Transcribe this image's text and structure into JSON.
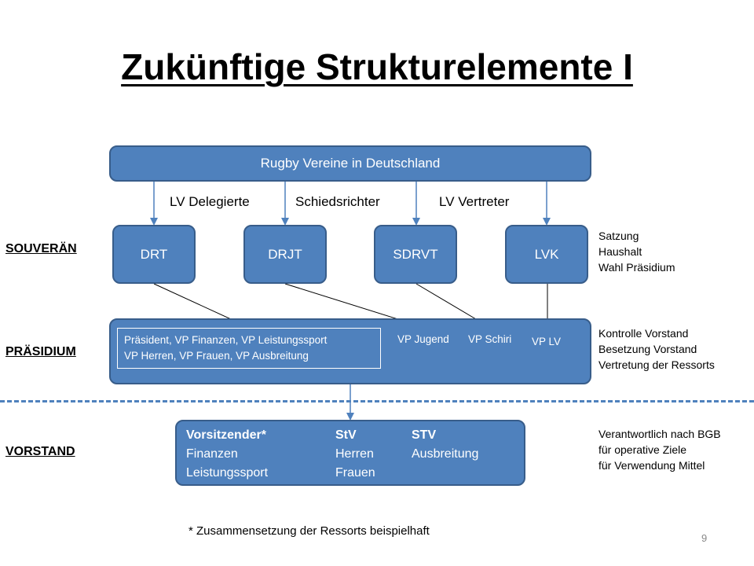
{
  "title": "Zukünftige Strukturelemente I",
  "top_node": "Rugby Vereine in Deutschland",
  "edge_labels": [
    "LV Delegierte",
    "Schiedsrichter",
    "LV Vertreter"
  ],
  "organs": [
    "DRT",
    "DRJT",
    "SDRVT",
    "LVK"
  ],
  "levels": {
    "souveraen": "SOUVERÄN",
    "praesidium": "PRÄSIDIUM",
    "vorstand": "VORSTAND"
  },
  "souveraen_tasks": [
    "Satzung",
    "Haushalt",
    "Wahl Präsidium"
  ],
  "praesidium": {
    "group_lines": [
      "Präsident, VP Finanzen, VP Leistungssport",
      "VP Herren, VP Frauen, VP Ausbreitung"
    ],
    "vp_jugend": "VP Jugend",
    "vp_schiri": "VP Schiri",
    "vp_lv": "VP LV"
  },
  "praesidium_tasks": [
    "Kontrolle Vorstand",
    "Besetzung Vorstand",
    "Vertretung der Ressorts"
  ],
  "vorstand": {
    "col1": [
      "Vorsitzender*",
      "Finanzen",
      "Leistungssport"
    ],
    "col2": [
      "StV",
      "Herren",
      "Frauen"
    ],
    "col3": [
      "STV",
      "Ausbreitung"
    ]
  },
  "vorstand_tasks": [
    "Verantwortlich nach BGB",
    "für operative Ziele",
    "für Verwendung Mittel"
  ],
  "footnote": "* Zusammensetzung der Ressorts beispielhaft",
  "page_number": "9",
  "colors": {
    "box_fill": "#4f81bd",
    "box_border": "#385d8a",
    "dash": "#4f81bd"
  }
}
